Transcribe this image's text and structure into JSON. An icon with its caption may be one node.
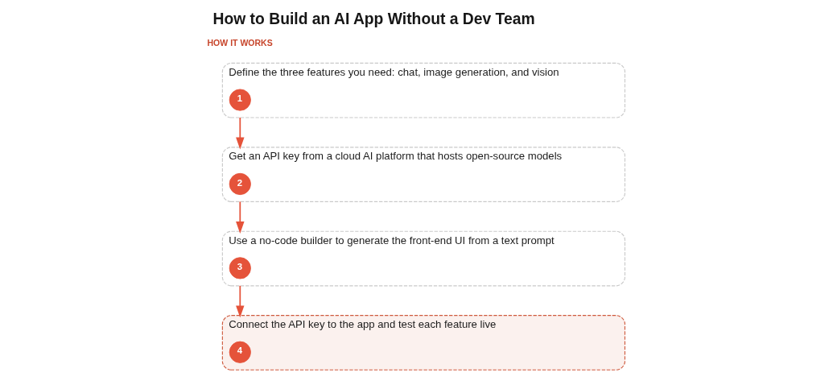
{
  "diagram": {
    "title": "How to Build an AI App Without a Dev Team",
    "nodes": [
      {
        "text": [
          "Define the three features you need: chat, image generation, and vision"
        ]
      },
      {
        "text": [
          "1"
        ],
        "in": 0
      },
      {
        "text": [
          "Get an API key from a cloud AI platform that hosts open-source models"
        ]
      },
      {
        "text": [
          "2"
        ],
        "in": 2
      },
      {
        "text": [
          "Use a no-code builder to generate the front-end UI from a text prompt"
        ]
      },
      {
        "text": [
          "3"
        ],
        "in": 4
      },
      {
        "text": [
          "Connect the API key to the app and test each feature live"
        ]
      },
      {
        "text": [
          "4"
        ],
        "in": 6
      }
    ],
    "edges": [
      {
        "from": 0,
        "to": 2,
        "arrow": "to"
      },
      {
        "from": 2,
        "to": 4,
        "arrow": "to"
      },
      {
        "from": 4,
        "to": 6,
        "arrow": "to"
      }
    ],
    "labels": [
      "HOW IT WORKS"
    ]
  }
}
